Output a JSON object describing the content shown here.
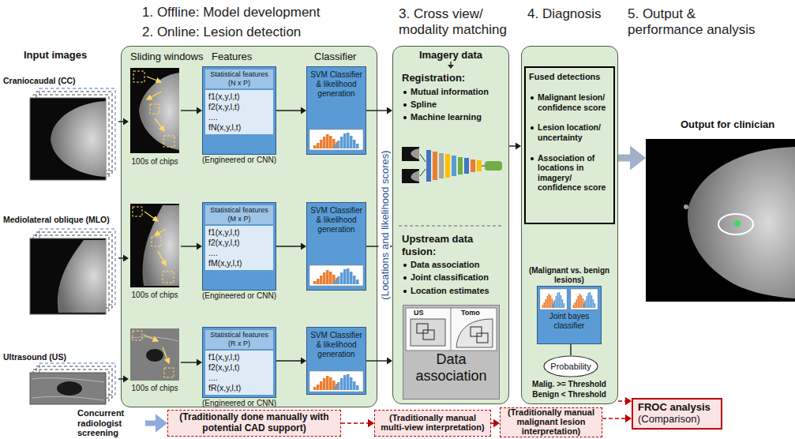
{
  "diagram": {
    "nodes": [
      {
        "text": [
          "Craniocaudal (CC)"
        ]
      },
      {
        "text": [
          "Mediolateral oblique (MLO)"
        ]
      },
      {
        "text": [
          "Ultrasound (US)"
        ]
      },
      {
        "text": [
          "1. Offline: Model development",
          "2. Online: Lesion detection",
          "Sliding windows",
          "Features",
          "Classifier"
        ]
      },
      {
        "text": [
          "100s of chips"
        ],
        "in": 3
      },
      {
        "text": [
          "Statistical features (N x P)",
          "f1(x,y,l,t)",
          "f2(x,y,l,t)",
          "....",
          "fN(x,y,l,t)",
          "(Engineered or CNN)"
        ],
        "in": 3
      },
      {
        "text": [
          "SVM Classifier & likelihood generation"
        ],
        "in": 3
      },
      {
        "text": [
          "100s of chips"
        ],
        "in": 3
      },
      {
        "text": [
          "Statistical features (M x P)",
          "f1(x,y,l,t)",
          "f2(x,y,l,t)",
          "....",
          "fM(x,y,l,t)",
          "(Engineered or CNN)"
        ],
        "in": 3
      },
      {
        "text": [
          "SVM Classifier & likelihood generation"
        ],
        "in": 3
      },
      {
        "text": [
          "100s of chips"
        ],
        "in": 3
      },
      {
        "text": [
          "Statistical features (R x P)",
          "f1(x,y,l,t)",
          "f2(x,y,l,t)",
          "....",
          "fR(x,y,l,t)",
          "(Engineered or CNN)"
        ],
        "in": 3
      },
      {
        "text": [
          "SVM Classifier & likelihood generation"
        ],
        "in": 3
      },
      {
        "text": [
          "3. Cross view/ modality matching",
          "Imagery data"
        ]
      },
      {
        "text": [
          "Registration:",
          "Mutual information",
          "Spline",
          "Machine learning"
        ],
        "in": 13
      },
      {
        "text": [
          "Upstream data fusion:",
          "Data association",
          "Joint classification",
          "Location estimates"
        ],
        "in": 13
      },
      {
        "text": [
          "Data association"
        ],
        "in": 15
      },
      {
        "text": [
          "4. Diagnosis"
        ]
      },
      {
        "text": [
          "Fused detections",
          "Malignant lesion/ confidence score",
          "Lesion location/ uncertainty",
          "Association of locations in imagery/ confidence score"
        ],
        "in": 17
      },
      {
        "text": [
          "(Malignant vs. benign lesions)",
          "Joint bayes classifier"
        ],
        "in": 17
      },
      {
        "text": [
          "Probability"
        ],
        "in": 17
      },
      {
        "text": [
          "5. Output & performance analysis",
          "Output for clinician"
        ]
      },
      {
        "text": [
          "Concurrent radiologist screening"
        ]
      },
      {
        "text": [
          "(Traditionally done manually with potential CAD support)"
        ]
      },
      {
        "text": [
          "(Traditionally manual multi-view interpretation)"
        ]
      },
      {
        "text": [
          "(Traditionally manual malignant lesion interpretation)"
        ]
      },
      {
        "text": [
          "FROC analysis",
          "(Comparison)"
        ]
      }
    ],
    "edges": [
      {
        "from": 0,
        "to": 4,
        "arrow": "to"
      },
      {
        "from": 4,
        "to": 5,
        "arrow": "to"
      },
      {
        "from": 5,
        "to": 6,
        "arrow": "to"
      },
      {
        "from": 1,
        "to": 7,
        "arrow": "to"
      },
      {
        "from": 7,
        "to": 8,
        "arrow": "to"
      },
      {
        "from": 8,
        "to": 9,
        "arrow": "to"
      },
      {
        "from": 2,
        "to": 10,
        "arrow": "to"
      },
      {
        "from": 10,
        "to": 11,
        "arrow": "to"
      },
      {
        "from": 11,
        "to": 12,
        "arrow": "to"
      },
      {
        "from": 6,
        "to": 13,
        "arrow": "to"
      },
      {
        "from": 9,
        "to": 13,
        "arrow": "to"
      },
      {
        "from": 12,
        "to": 13,
        "arrow": "to"
      },
      {
        "from": 13,
        "to": 17,
        "arrow": "to"
      },
      {
        "from": 19,
        "to": 20,
        "arrow": "none"
      },
      {
        "from": 17,
        "to": 21,
        "arrow": "to"
      },
      {
        "from": 17,
        "to": 26,
        "arrow": "to"
      },
      {
        "from": 22,
        "to": 23,
        "arrow": "to"
      },
      {
        "from": 23,
        "to": 24,
        "arrow": "to"
      },
      {
        "from": 24,
        "to": 25,
        "arrow": "to"
      },
      {
        "from": 25,
        "to": 26,
        "arrow": "to"
      }
    ],
    "labels": [
      "Input images",
      "(Locations and likelihood scores)",
      "US",
      "Tomo",
      "Malig. >= Threshold",
      "Benign < Threshold"
    ]
  }
}
